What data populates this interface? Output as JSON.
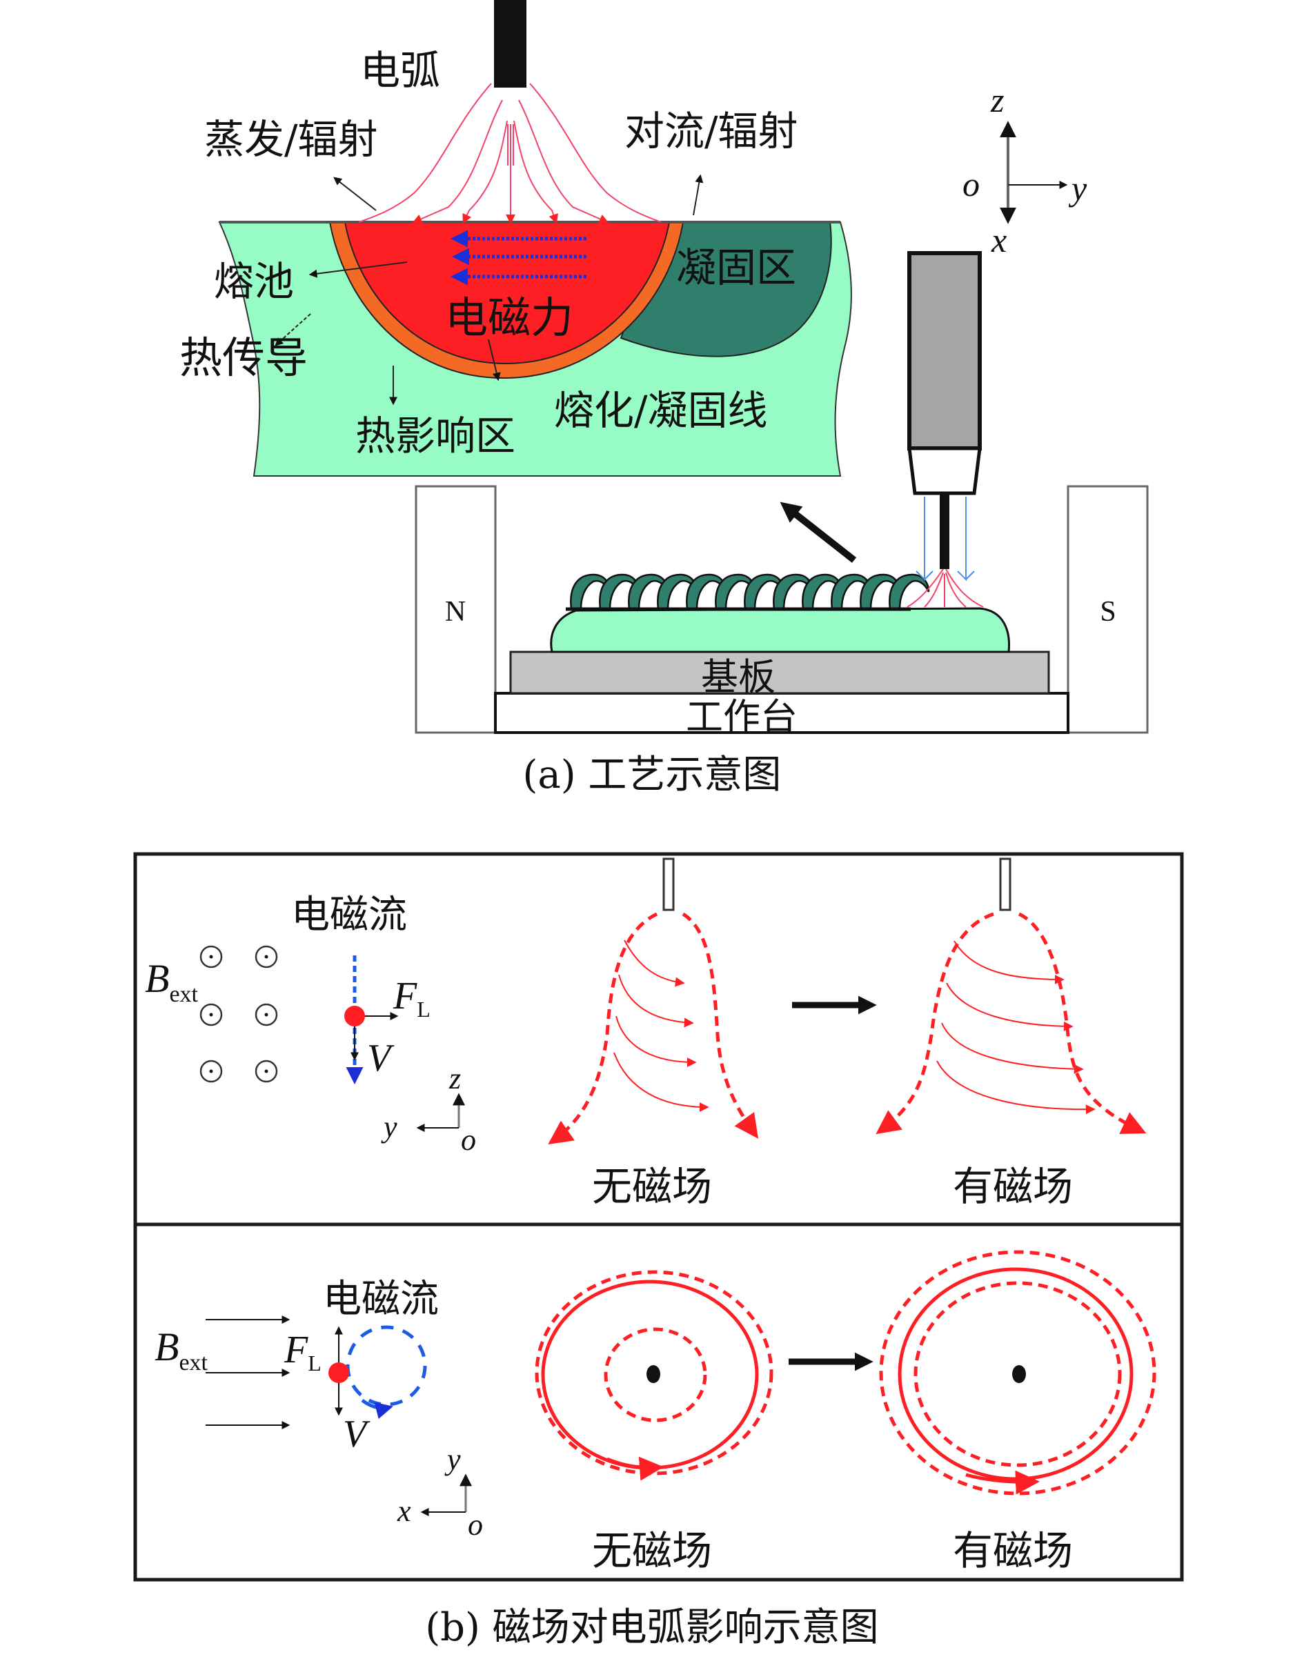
{
  "figure_a": {
    "caption": "(a) 工艺示意图",
    "labels": {
      "arc": "电弧",
      "evaporation_radiation": "蒸发/辐射",
      "convection_radiation": "对流/辐射",
      "melt_pool": "熔池",
      "solidified_zone": "凝固区",
      "electromagnetic_force": "电磁力",
      "heat_conduction": "热传导",
      "heat_affected_zone": "热影响区",
      "melting_solidification_line": "熔化/凝固线",
      "substrate": "基板",
      "worktable": "工作台",
      "magnet_north": "N",
      "magnet_south": "S"
    },
    "axes": {
      "z": "z",
      "o": "o",
      "y": "y",
      "x": "x"
    },
    "colors": {
      "melt_pool": "#fe1f24",
      "haz": "#f46a24",
      "base_metal": "#96fbc4",
      "solidified": "#2f7f6c",
      "substrate": "#c2c5c2",
      "nozzle": "#a3a6a5",
      "arc_lines": "#f2436a",
      "em_arrows": "#1b2fd8"
    }
  },
  "figure_b": {
    "caption": "(b) 磁场对电弧影响示意图",
    "top_panel": {
      "b_ext": "B",
      "b_ext_sub": "ext",
      "em_flow": "电磁流",
      "force": "F",
      "force_sub": "L",
      "velocity": "V",
      "axes": {
        "z": "z",
        "y": "y",
        "o": "o"
      },
      "no_field": "无磁场",
      "with_field": "有磁场"
    },
    "bottom_panel": {
      "b_ext": "B",
      "b_ext_sub": "ext",
      "em_flow": "电磁流",
      "force": "F",
      "force_sub": "L",
      "velocity": "V",
      "axes": {
        "y": "y",
        "x": "x",
        "o": "o"
      },
      "no_field": "无磁场",
      "with_field": "有磁场"
    }
  }
}
